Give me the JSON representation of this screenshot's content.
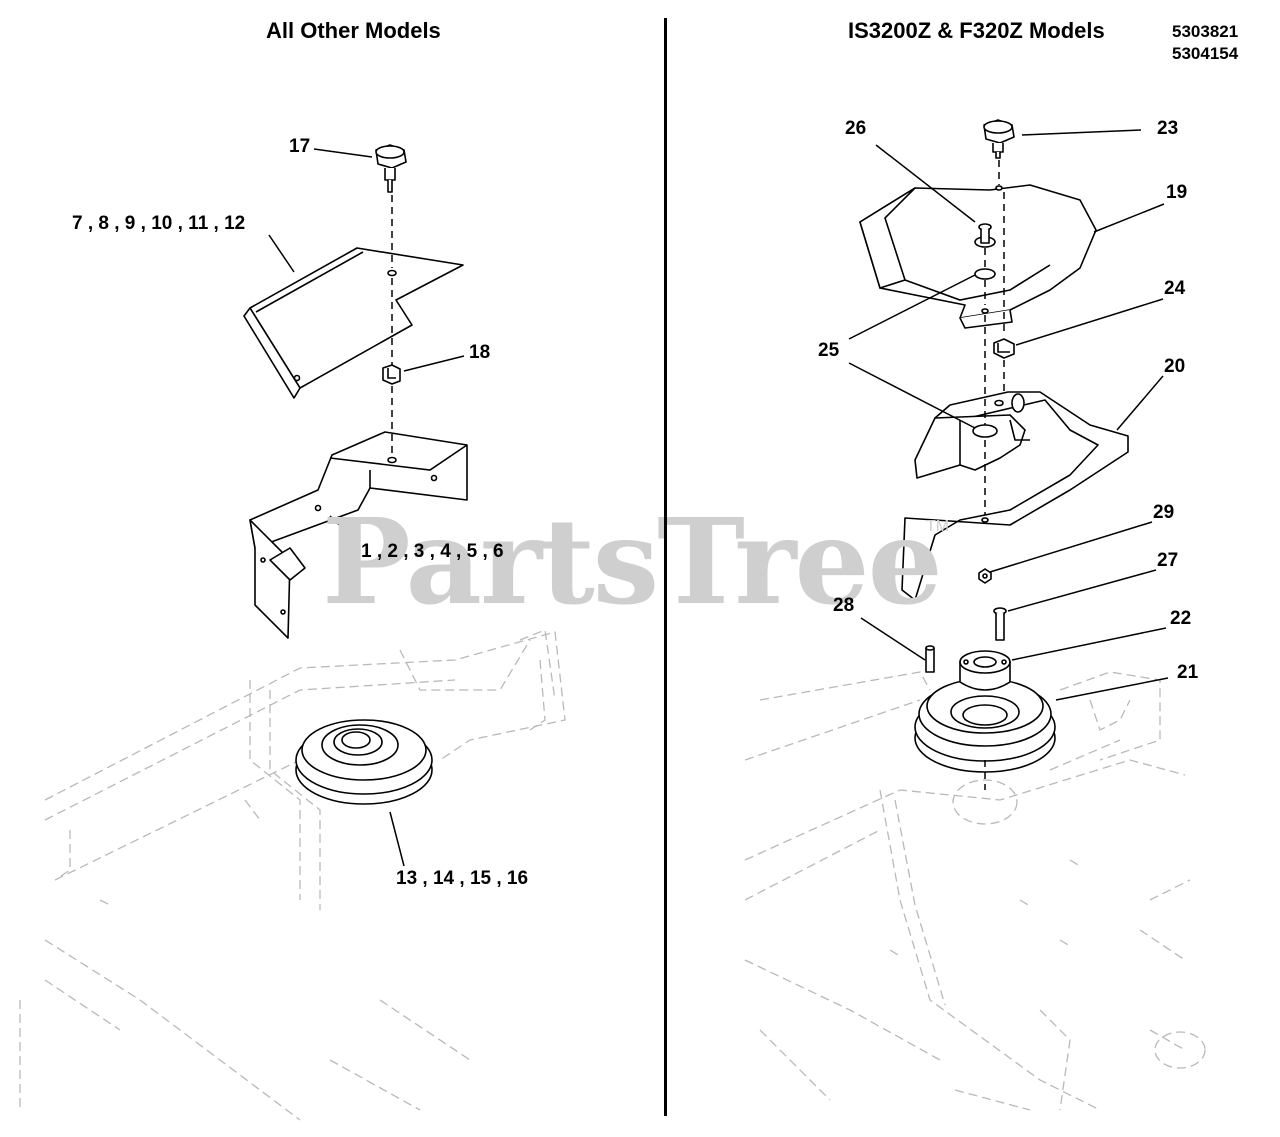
{
  "left_panel": {
    "title": "All Other Models",
    "callouts": {
      "c17": "17",
      "c7_12": "7 , 8 , 9 , 10 , 11 , 12",
      "c18": "18",
      "c1_6": "1 , 2 , 3 , 4 , 5 , 6",
      "c13_16": "13 , 14 , 15 , 16"
    }
  },
  "right_panel": {
    "title": "IS3200Z & F320Z Models",
    "part_numbers": [
      "5303821",
      "5304154"
    ],
    "callouts": {
      "c19": "19",
      "c20": "20",
      "c21": "21",
      "c22": "22",
      "c23": "23",
      "c24": "24",
      "c25": "25",
      "c26": "26",
      "c27": "27",
      "c28": "28",
      "c29": "29"
    }
  },
  "watermark": {
    "text": "PartsTree",
    "mark": "TM"
  }
}
